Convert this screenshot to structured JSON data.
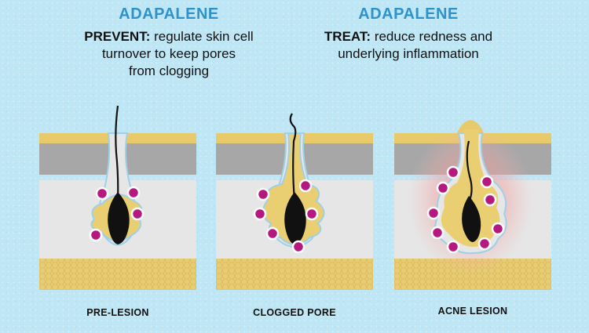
{
  "left_block": {
    "heading": "ADAPALENE",
    "line1_bold": "PREVENT:",
    "line1_rest": " regulate skin cell",
    "line2": "turnover to keep pores",
    "line3": "from clogging"
  },
  "right_block": {
    "heading": "ADAPALENE",
    "line1_bold": "TREAT:",
    "line1_rest": " reduce redness and",
    "line2": "underlying inflammation"
  },
  "panels": [
    {
      "caption": "PRE-LESION",
      "stage": "pre-lesion"
    },
    {
      "caption": "CLOGGED PORE",
      "stage": "clogged-pore"
    },
    {
      "caption": "ACNE LESION",
      "stage": "acne-lesion"
    }
  ],
  "colors": {
    "heading": "#2f93c9",
    "background": "#bfe6f5",
    "epidermis": "#e8ca6b",
    "stratum": "#a7a7a7",
    "dermis": "#e6e6e6",
    "fat": "#e8cc74",
    "hair": "#111111",
    "sebum": "#e9cf72",
    "dots": "#b5197f",
    "inflammation": "#f08a8a"
  }
}
